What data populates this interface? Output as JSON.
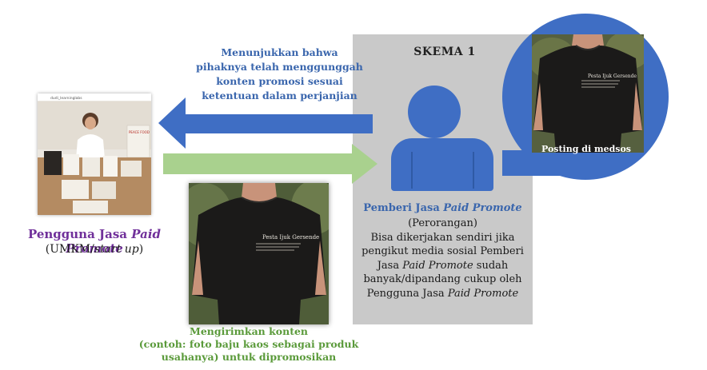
{
  "scheme": {
    "title": "SKEMA 1"
  },
  "blue_arrow": {
    "caption_lines": [
      "Menunjukkan bahwa",
      "pihaknya telah menggunggah",
      "konten promosi sesuai",
      "ketentuan dalam perjanjian"
    ]
  },
  "user": {
    "label_prefix": "Pengguna Jasa ",
    "label_italic": "Paid Promote",
    "sub_open": "(UMKM/",
    "sub_italic": "start up",
    "sub_close": ")",
    "photo_header": "dudi_learninglabs",
    "photo_sign": "PEACE FOOD"
  },
  "green_arrow": {
    "caption_lines": [
      "Mengirimkan konten",
      "(contoh: foto baju kaos sebagai produk",
      "usahanya) untuk dipromosikan"
    ]
  },
  "provider": {
    "title_prefix": "Pemberi Jasa ",
    "title_italic": "Paid Promote",
    "desc_line1": "(Perorangan)",
    "desc_line2": "Bisa dikerjakan sendiri jika",
    "desc_line3": "pengikut media sosial Pemberi",
    "desc_line4_prefix": "Jasa ",
    "desc_line4_italic": "Paid Promote",
    "desc_line4_suffix": " sudah",
    "desc_line5": "banyak/dipandang cukup oleh",
    "desc_line6_prefix": "Pengguna Jasa ",
    "desc_line6_italic": "Paid Promote"
  },
  "social": {
    "caption": "Posting di medsos"
  },
  "tshirt": {
    "print": "Pesta Ijuk Gersende"
  },
  "colors": {
    "blue": "#3f6ec4",
    "green": "#a9d18e",
    "panel_grey": "#c9c9c9",
    "purple_text": "#70309a",
    "green_text": "#5a9a3a",
    "blue_text": "#3a66ad"
  }
}
